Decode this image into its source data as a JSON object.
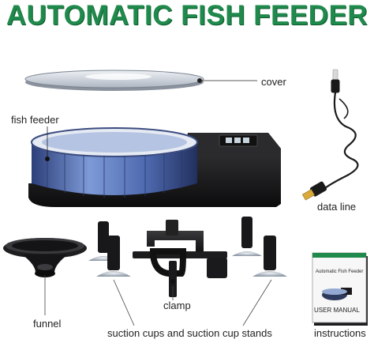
{
  "title": "AUTOMATIC FISH FEEDER",
  "labels": {
    "cover": "cover",
    "fish_feeder": "fish feeder",
    "data_line": "data line",
    "funnel": "funnel",
    "clamp": "clamp",
    "suction": "suction cups and suction cup stands",
    "instructions": "instructions"
  },
  "manual": {
    "title": "Automatic Fish Feeder",
    "subtitle": "USER MANUAL"
  },
  "colors": {
    "title_green": "#1f8a4c",
    "device_black": "#1c1c1e",
    "drum_blue": "#5a7fc0",
    "cover_grey": "#c9ced6"
  }
}
